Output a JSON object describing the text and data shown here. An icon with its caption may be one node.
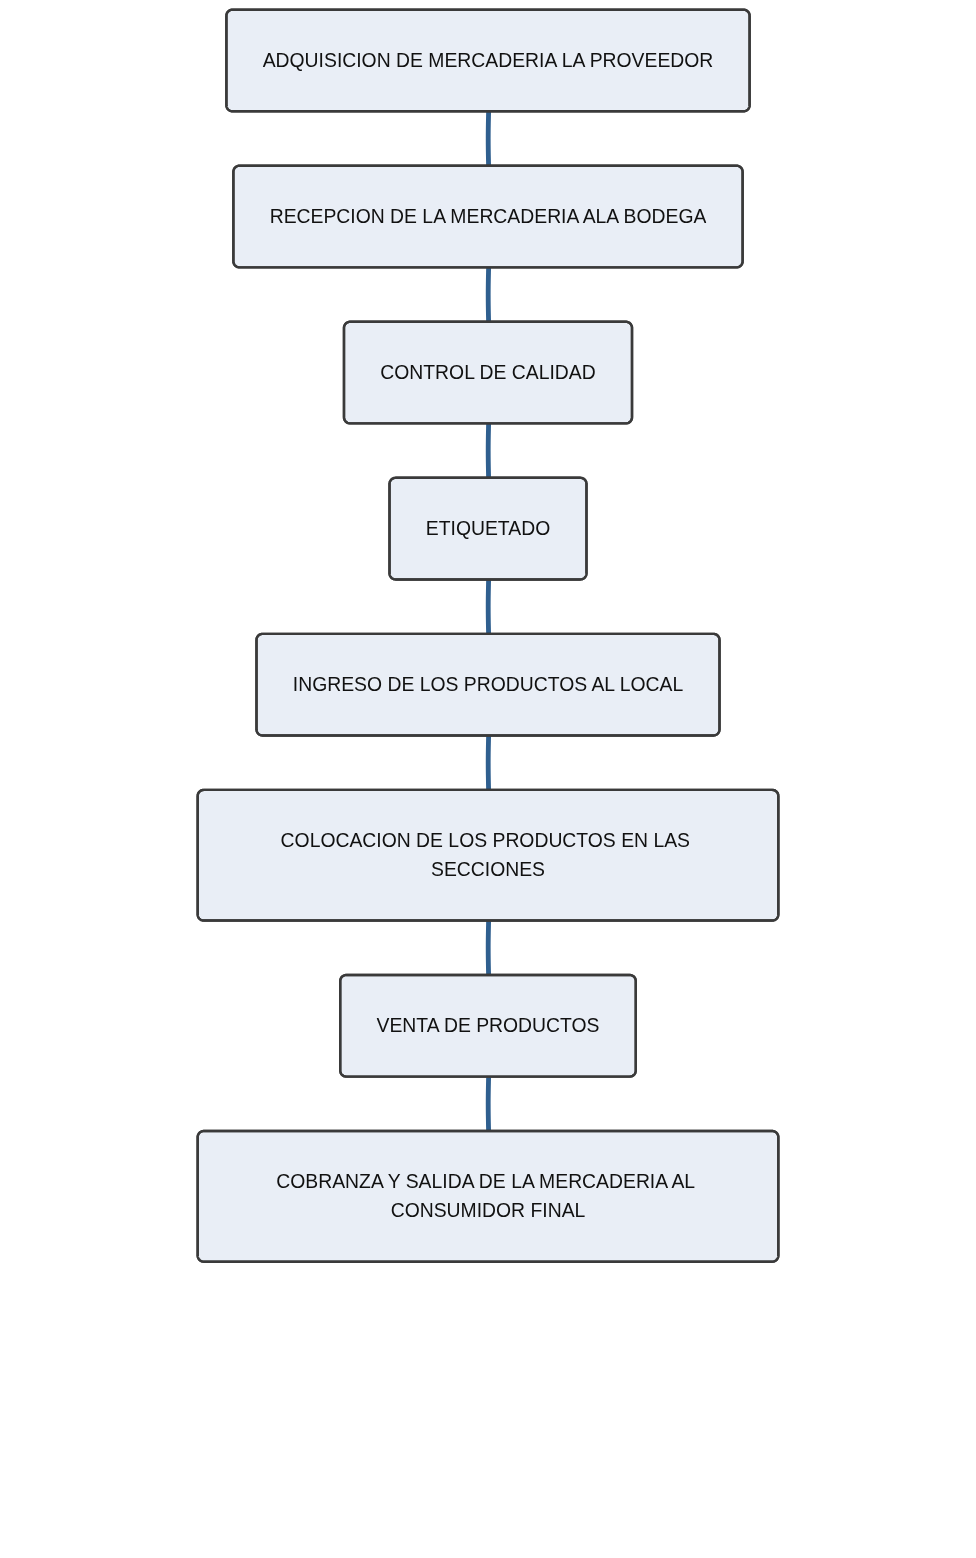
{
  "diagram": {
    "nodes": [
      {
        "text": [
          "ADQUISICION DE MERCADERIA LA PROVEEDOR"
        ]
      },
      {
        "text": [
          "RECEPCION DE LA MERCADERIA ALA BODEGA"
        ]
      },
      {
        "text": [
          "CONTROL DE CALIDAD"
        ]
      },
      {
        "text": [
          "ETIQUETADO"
        ]
      },
      {
        "text": [
          "INGRESO DE LOS PRODUCTOS AL LOCAL"
        ]
      },
      {
        "text": [
          "COLOCACION DE LOS PRODUCTOS EN LAS SECCIONES"
        ]
      },
      {
        "text": [
          "VENTA DE PRODUCTOS"
        ]
      },
      {
        "text": [
          "COBRANZA Y SALIDA DE LA MERCADERIA AL CONSUMIDOR FINAL"
        ]
      }
    ],
    "edges": [
      {
        "from": 0,
        "to": 1,
        "arrow": "none"
      },
      {
        "from": 1,
        "to": 2,
        "arrow": "none"
      },
      {
        "from": 2,
        "to": 3,
        "arrow": "none"
      },
      {
        "from": 3,
        "to": 4,
        "arrow": "none"
      },
      {
        "from": 4,
        "to": 5,
        "arrow": "none"
      },
      {
        "from": 5,
        "to": 6,
        "arrow": "none"
      },
      {
        "from": 6,
        "to": 7,
        "arrow": "none"
      }
    ]
  }
}
